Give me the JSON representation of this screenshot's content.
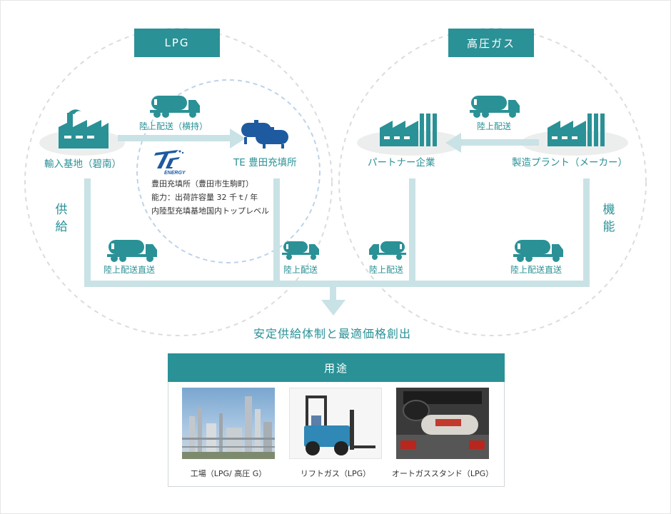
{
  "lpg": {
    "title": "LPG"
  },
  "hpgas": {
    "title": "高圧ガス"
  },
  "nodes": {
    "import_base": "輸入基地（碧南）",
    "te_station": "TE 豊田充填所",
    "partner": "パートナー企業",
    "plant": "製造プラント（メーカー）"
  },
  "routes": {
    "lpg_top": "陸上配送（横持）",
    "lpg_direct": "陸上配送直送",
    "te_delivery": "陸上配送",
    "partner_delivery": "陸上配送",
    "plant_to_partner": "陸上配送",
    "hp_direct": "陸上配送直送"
  },
  "te_info": {
    "logo_text": "ENERGY",
    "lines": [
      "豊田充填所（豊田市生駒町）",
      "能力：出荷許容量 32 千ｔ/ 年",
      "内陸型充填基地国内トップレベル"
    ]
  },
  "side_labels": {
    "left": "供給",
    "right": "機能"
  },
  "result": "安定供給体制と最適価格創出",
  "usage": {
    "title": "用途",
    "items": [
      {
        "caption": "工場（LPG/ 高圧 G）"
      },
      {
        "caption": "リフトガス（LPG）"
      },
      {
        "caption": "オートガススタンド（LPG）"
      }
    ]
  },
  "colors": {
    "accent": "#2a9196",
    "bar": "#c9e2e5",
    "circle": "#dcdcdc"
  }
}
